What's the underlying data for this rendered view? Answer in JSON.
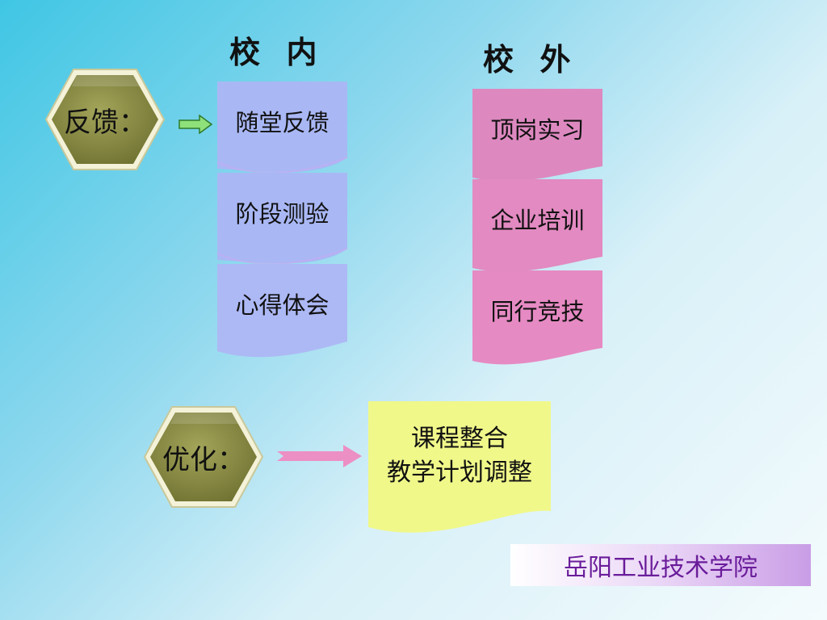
{
  "headings": {
    "internal": "校  内",
    "external": "校  外"
  },
  "feedback": {
    "label": "反馈："
  },
  "optimize": {
    "label": "优化："
  },
  "internal_items": [
    "随堂反馈",
    "阶段测验",
    "心得体会"
  ],
  "external_items": [
    "顶岗实习",
    "企业培训",
    "同行竞技"
  ],
  "plan": {
    "line1": "课程整合",
    "line2": "教学计划调整"
  },
  "footer": {
    "text": "岳阳工业技术学院"
  },
  "colors": {
    "internal_card": "#a9b8f4",
    "external_card": "#e489c1",
    "plan_card": "#f0f88a",
    "hexagon": "#8a8a40",
    "feedback_arrow": "#8ee07a",
    "optimize_arrow": "#ec8fc4",
    "footer_text": "#6a1c9a"
  },
  "icons": {
    "feedback_arrow": "right-arrow-icon",
    "optimize_arrow": "right-arrow-icon"
  }
}
